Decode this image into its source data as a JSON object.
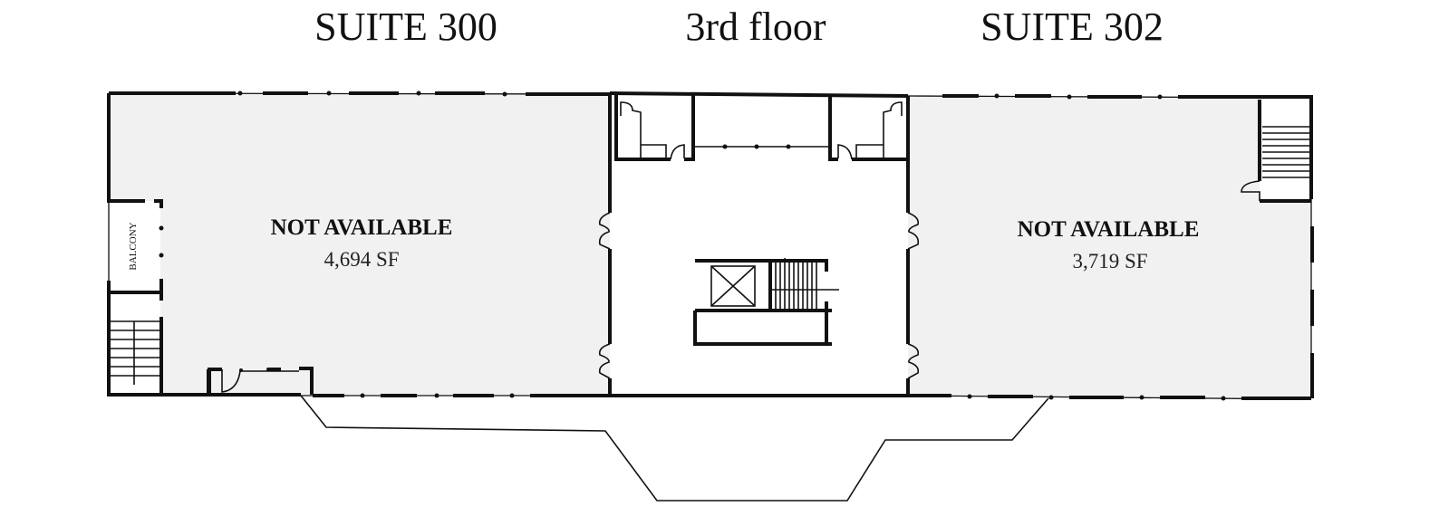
{
  "header": {
    "suite_left": "SUITE 300",
    "floor": "3rd floor",
    "suite_right": "SUITE 302"
  },
  "suites": [
    {
      "name": "SUITE 300",
      "status": "NOT AVAILABLE",
      "area": "4,694 SF"
    },
    {
      "name": "SUITE 302",
      "status": "NOT AVAILABLE",
      "area": "3,719 SF"
    }
  ],
  "labels": {
    "balcony": "BALCONY"
  },
  "colors": {
    "suite_fill": "#f1f1f1",
    "wall": "#111111",
    "background": "#ffffff"
  }
}
